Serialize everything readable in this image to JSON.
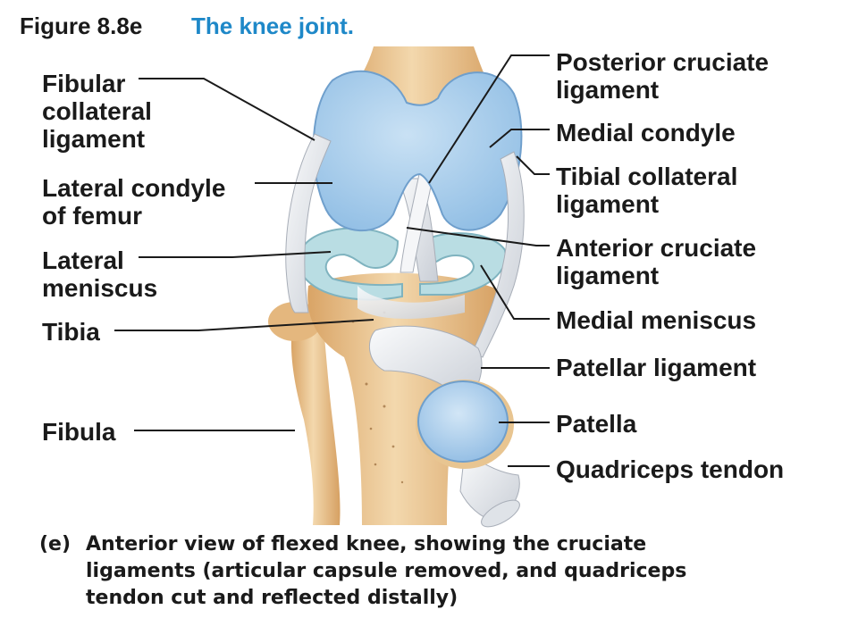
{
  "figure": {
    "label": "Figure 8.8e",
    "title": "The knee joint.",
    "title_color": "#1e88c8"
  },
  "labels_left": [
    "Fibular\ncollateral\nligament",
    "Lateral condyle\nof femur",
    "Lateral\nmeniscus",
    "Tibia",
    "Fibula"
  ],
  "labels_right": [
    "Posterior cruciate\nligament",
    "Medial condyle",
    "Tibial collateral\nligament",
    "Anterior cruciate\nligament",
    "Medial meniscus",
    "Patellar ligament",
    "Patella",
    "Quadriceps tendon"
  ],
  "caption": {
    "tag": "(e)",
    "lines": [
      "Anterior view of flexed knee, showing the cruciate",
      "ligaments (articular capsule removed, and quadriceps",
      "tendon cut and reflected distally)"
    ]
  },
  "colors": {
    "bone": "#e7c18c",
    "cartilage": "#a9cdea",
    "meniscus": "#b9dde3",
    "ligament": "#eef0f3",
    "leader": "#1a1a1a"
  }
}
